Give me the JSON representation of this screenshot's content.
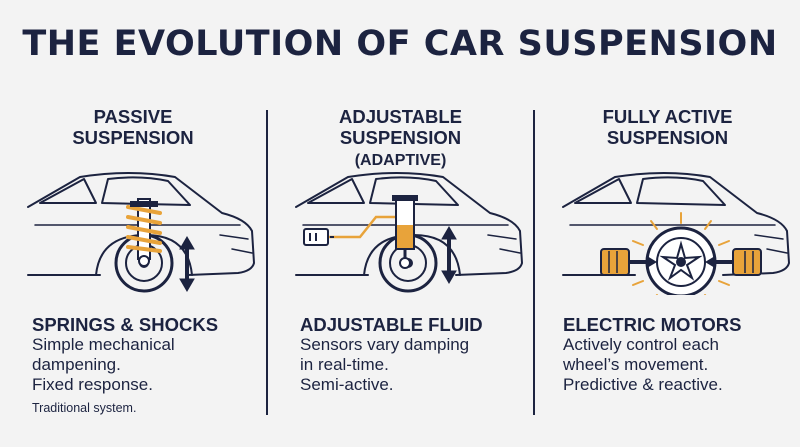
{
  "title": "THE EVOLUTION OF CAR SUSPENSION",
  "columns": [
    {
      "title_lines": [
        "PASSIVE",
        "SUSPENSION"
      ],
      "heading": "SPRINGS & SHOCKS",
      "desc_lines": [
        "Simple mechanical",
        "dampening.",
        "Fixed response."
      ],
      "note": "Traditional system."
    },
    {
      "title_lines": [
        "ADJUSTABLE",
        "SUSPENSION"
      ],
      "subtitle": "(ADAPTIVE)",
      "heading": "ADJUSTABLE FLUID",
      "desc_lines": [
        "Sensors vary damping",
        "in real-time.",
        "Semi-active."
      ]
    },
    {
      "title_lines": [
        "FULLY ACTIVE",
        "SUSPENSION"
      ],
      "heading": "ELECTRIC MOTORS",
      "desc_lines": [
        "Actively control each",
        "wheel’s movement.",
        "Predictive & reactive."
      ]
    }
  ],
  "colors": {
    "navy": "#1c2340",
    "accent": "#e8a33a",
    "background": "#f3f3f3"
  }
}
